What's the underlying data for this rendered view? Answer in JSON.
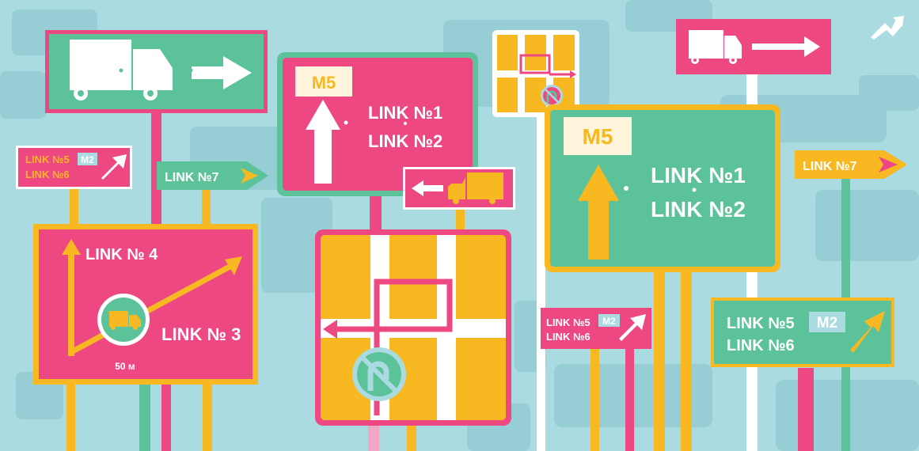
{
  "colors": {
    "background": "#a9dbe0",
    "bg_blocks": "#97cdd4",
    "pink": "#ee4883",
    "green": "#5cc29a",
    "yellow": "#f8b821",
    "white": "#ffffff",
    "cream": "#fff5dc",
    "pale_blue": "#a9dbe0"
  },
  "signs": {
    "left_small": {
      "line1": "LINK №5",
      "line2": "LINK №6",
      "badge": "M2"
    },
    "link7_left": {
      "label": "LINK №7"
    },
    "left_big": {
      "link4": "LINK № 4",
      "link3": "LINK № 3",
      "distance": "50 м"
    },
    "center_pink": {
      "badge": "M5",
      "line1": "LINK №1",
      "line2": "LINK №2"
    },
    "center_green": {
      "badge": "M5",
      "line1": "LINK №1",
      "line2": "LINK №2"
    },
    "link7_right": {
      "label": "LINK №7"
    },
    "center_small": {
      "line1": "LINK №5",
      "line2": "LINK №6",
      "badge": "M2"
    },
    "right_green": {
      "line1": "LINK №5",
      "line2": "LINK №6",
      "badge": "M2"
    }
  },
  "icons": [
    "truck-icon",
    "arrow-right-icon",
    "arrow-up-icon",
    "arrow-diagonal-icon",
    "no-u-turn-icon",
    "logo-icon"
  ]
}
